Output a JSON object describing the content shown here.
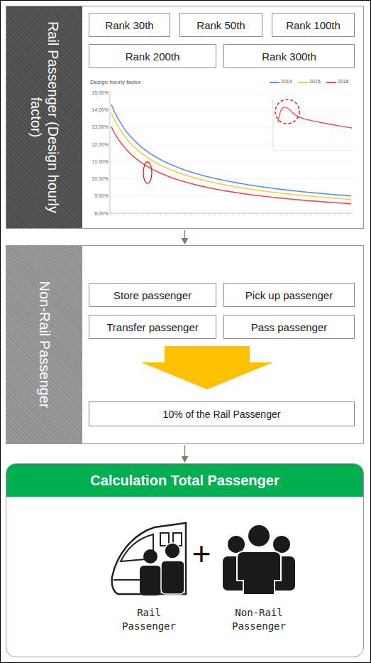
{
  "diagram": {
    "nodes": [
      {
        "text": [
          "Rail Passenger (Design hourly factor)"
        ]
      },
      {
        "text": [
          "Rank 30th"
        ],
        "in": 0
      },
      {
        "text": [
          "Rank 50th"
        ],
        "in": 0
      },
      {
        "text": [
          "Rank 100th"
        ],
        "in": 0
      },
      {
        "text": [
          "Rank 200th"
        ],
        "in": 0
      },
      {
        "text": [
          "Rank 300th"
        ],
        "in": 0
      },
      {
        "text": [
          "Non-Rail Passenger"
        ]
      },
      {
        "text": [
          "Store passenger"
        ],
        "in": 6
      },
      {
        "text": [
          "Pick up passenger"
        ],
        "in": 6
      },
      {
        "text": [
          "Transfer passenger"
        ],
        "in": 6
      },
      {
        "text": [
          "Pass passenger"
        ],
        "in": 6
      },
      {
        "text": [
          "10% of the Rail Passenger"
        ],
        "in": 6
      },
      {
        "text": [
          "Calculation Total Passenger"
        ]
      }
    ],
    "edges": [
      {
        "from": 0,
        "to": 6,
        "arrow": "to"
      },
      {
        "from": 6,
        "to": 12,
        "arrow": "to"
      }
    ],
    "labels": [
      "Design hourly factor",
      "15.00%",
      "14.00%",
      "13.00%",
      "12.00%",
      "11.00%",
      "10.00%",
      "9.00%",
      "8.00%",
      "+",
      "Rail Passenger",
      "Non-Rail Passenger"
    ],
    "legend": [
      {
        "text": "2014",
        "color": "#5b8ff9"
      },
      {
        "text": "2015",
        "color": "#f5cf3a"
      },
      {
        "text": "2016",
        "color": "#f24a4a"
      }
    ]
  }
}
